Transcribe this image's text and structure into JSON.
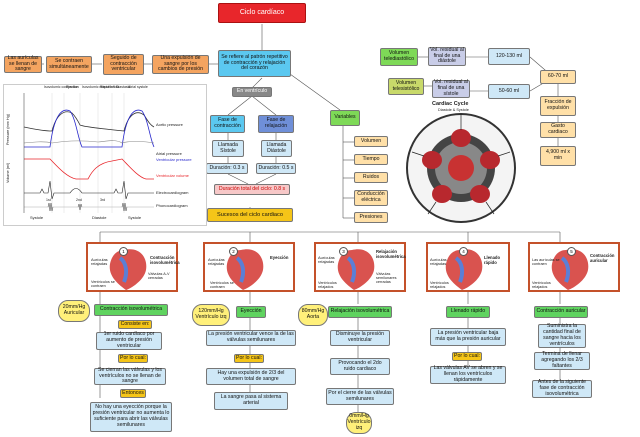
{
  "title": "Ciclo cardíaco",
  "top_row": {
    "auriculas": "Las aurículas se llenan de sangre",
    "contraen": "Se contraen simultáneamente",
    "seguido": "Seguido de contracción ventricular",
    "expulsion": "Una expulsión de sangre por los cambios de presión"
  },
  "refiere": "Se refiere al patrón repetitivo de contracción y relajación del corazón",
  "en_ventriculo": "En ventrículo",
  "fase_contraccion": "Fase de contracción",
  "fase_relajacion": "Fase de relajación",
  "llamada_sistole": "Llamada Sístole",
  "llamada_diastole": "Llamada Diástole",
  "duracion_sistole": "Duración: 0.3 s",
  "duracion_diastole": "Duración: 0.5 s",
  "duracion_total": "Duración total del ciclo: 0.8 s",
  "sucesos": "Sucesos del ciclo cardiaco",
  "variables": {
    "title": "Variables",
    "items": [
      "Volumen",
      "Tiempo",
      "Ruidos",
      "Conducción eléctrica",
      "Presiones"
    ]
  },
  "volumes": {
    "telesistolico": "Volumen telediastólico",
    "telediastolico": "Volumen telesistólico",
    "residual_diastole": "Vol. residual al final de una diástole",
    "residual_sistole": "Vol. residual al final de una sístole",
    "v120": "120-130 ml",
    "v50": "50-60 ml",
    "v60": "60-70 ml",
    "fraccion": "Fracción de expulsión",
    "gasto": "Gasto cardiaco",
    "gasto_valor": "4,900 ml x min"
  },
  "graph": {
    "label_aortic": "Aortic pressure",
    "label_atrial": "Atrial pressure",
    "label_ventricular": "Ventricular pressure",
    "label_volume": "Ventricular volume",
    "label_ecg": "Electrocardiogram",
    "label_phono": "Phonocardiogram",
    "ylabel_pressure": "Pressure (mm Hg)",
    "ylabel_volume": "Volume (ml)",
    "phases": [
      "Isovolumic contraction",
      "Ejection",
      "Isovolumic relaxation",
      "Rapid inflow",
      "Diastasis",
      "Atrial systole"
    ],
    "bottom": [
      "Systole",
      "Diastole",
      "Systole"
    ],
    "sounds": [
      "1st",
      "2nd",
      "3rd"
    ]
  },
  "cycle_diagram": {
    "title": "Cardiac Cycle",
    "subtitle": "Diastole & Systole"
  },
  "panels": [
    {
      "num": "1",
      "title": "Contracción isovolumétrica",
      "l1": "Aurículas relajadas",
      "l2": "Válvulas A-V cerradas",
      "l3": "Ventrículos se contraen"
    },
    {
      "num": "2",
      "title": "Eyección",
      "l1": "Aurículas relajadas",
      "l2": "Ventrículos se contraen",
      "l3": ""
    },
    {
      "num": "3",
      "title": "Relajación isovolumétrica",
      "l1": "Aurículas relajadas",
      "l2": "Válvulas semilunares cerradas",
      "l3": "Ventrículos relajados"
    },
    {
      "num": "4",
      "title": "Llenado rápido",
      "l1": "Aurículas relajadas",
      "l2": "Ventrículos relajados",
      "l3": ""
    },
    {
      "num": "5",
      "title": "Contracción auricular",
      "l1": "Las aurículas se contraen",
      "l2": "Ventrículos relajados",
      "l3": ""
    }
  ],
  "pressure_tags": {
    "p1": "20mm/Hg Auricular",
    "p2": "120mm/Hg Ventrículo izq",
    "p3": "80mm/Hg Aorta",
    "p4": "0mm/Hg Ventrículo izq"
  },
  "col1": {
    "head": "Contracción isovolumétrica",
    "consiste": "Consiste en:",
    "primer": "1er ruido cardíaco por aumento de presión ventricular",
    "por_lo_cual": "Por lo cual:",
    "cierran": "Se cierran las válvulas y los ventrículos no se llenan de sangre",
    "entonces": "Entonces",
    "no_hay": "No hay una eyección porque la presión ventricular no aumenta lo suficiente para abrir las válvulas semilunares"
  },
  "col2": {
    "head": "Eyección",
    "presion": "La presión ventricular vence la de las válvulas semilunares",
    "por_lo_cual": "Por lo cual:",
    "hay": "Hay una expulsión de 2/3 del volumen total de sangre",
    "sangre": "La sangre pasa al sistema arterial"
  },
  "col3": {
    "head": "Relajación isovolumétrica",
    "disminuye": "Disminuye la presión ventricular",
    "provocando": "Provocando el 2do ruido cardiaco",
    "cierre": "Por el cierre de las válvulas semilunares"
  },
  "col4": {
    "head": "Llenado rápido",
    "presion": "La presión ventricular baja más que la presión auricular",
    "por_lo_cual": "Por lo cual:",
    "valvulas": "Las válvulas AV se abren y se llenan los ventrículos rápidamente"
  },
  "col5": {
    "head": "Contracción auricular",
    "suministra": "Suministra la cantidad final de sangre hacia los ventrículos",
    "termina": "Termina de llenar agregando los 2/3 faltantes",
    "antes": "Antes de la siguiente fase de contracción isovolumétrica"
  },
  "colors": {
    "red": "#e8262b",
    "orange": "#f4a460",
    "cyan": "#5bc8f0",
    "green": "#7ed957",
    "yellow": "#fff07a",
    "pale_blue": "#cfe8f7",
    "olive": "#c8d96a",
    "lavender": "#c9cde8",
    "panel_border": "#c4512a"
  }
}
